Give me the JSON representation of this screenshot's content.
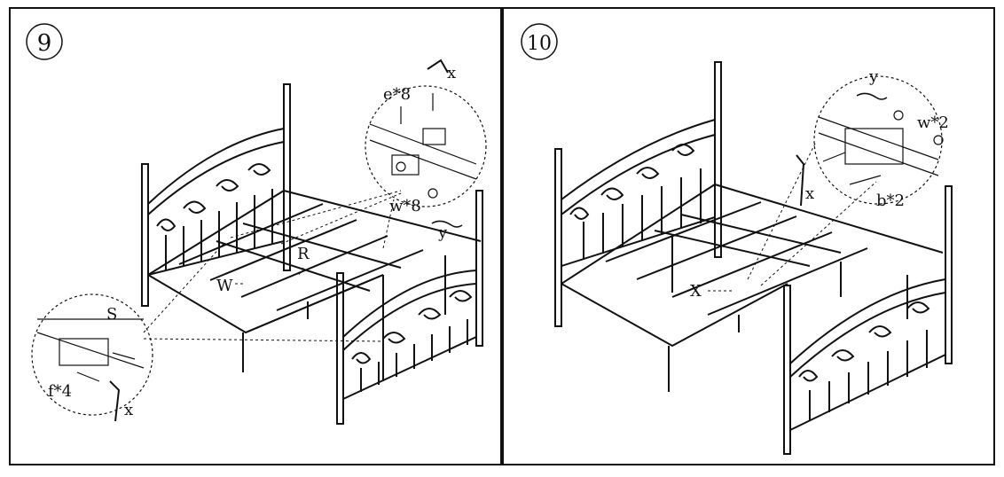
{
  "steps": [
    {
      "number": "9",
      "labels": {
        "e": "e*8",
        "w": "w*8",
        "x_top": "x",
        "y": "y",
        "R": "R",
        "W": "W",
        "S": "S",
        "f": "f*4",
        "x_bottom": "x"
      }
    },
    {
      "number": "10",
      "labels": {
        "y": "y",
        "w": "w*2",
        "x": "x",
        "b": "b*2",
        "X": "X"
      }
    }
  ],
  "colors": {
    "line": "#111111",
    "paper": "#ffffff"
  }
}
